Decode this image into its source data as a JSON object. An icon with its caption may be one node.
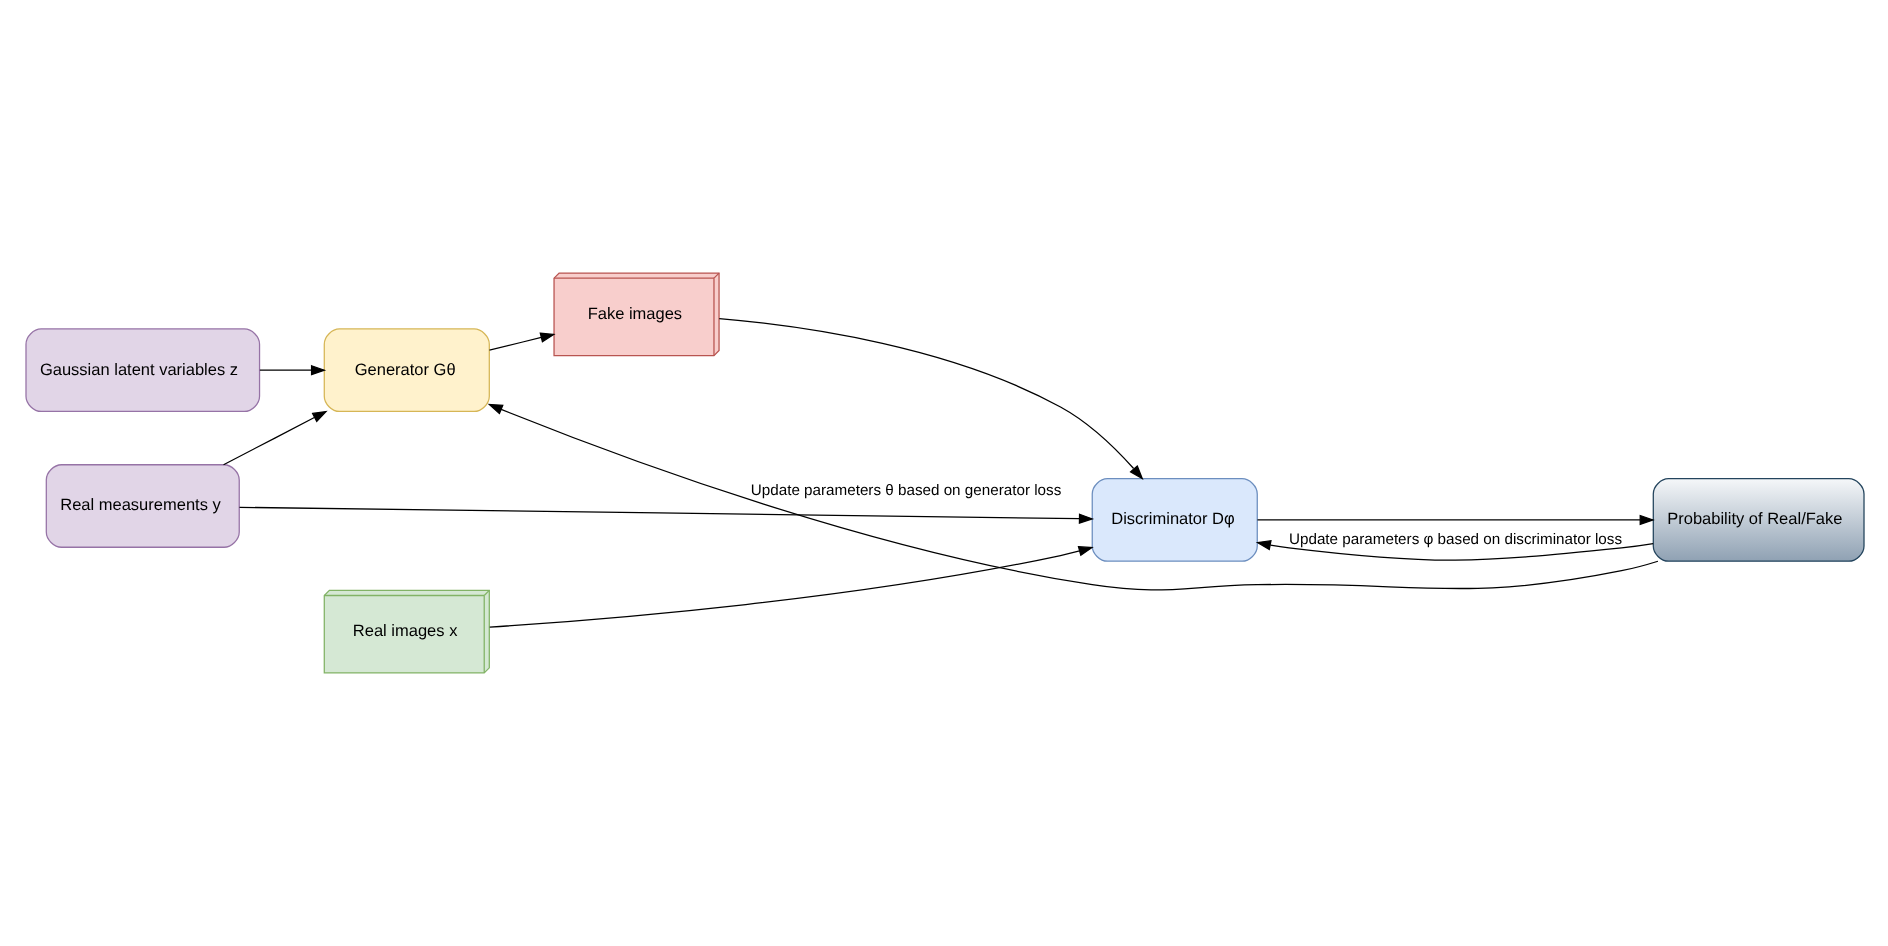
{
  "diagram": {
    "nodes": [
      {
        "text": [
          "Gaussian latent variables z"
        ]
      },
      {
        "text": [
          "Real measurements y"
        ]
      },
      {
        "text": [
          "Generator Gθ"
        ]
      },
      {
        "text": [
          "Fake images"
        ]
      },
      {
        "text": [
          "Real images x"
        ]
      },
      {
        "text": [
          "Discriminator Dφ"
        ]
      },
      {
        "text": [
          "Probability of Real/Fake"
        ]
      }
    ],
    "edges": [
      {
        "from": 0,
        "to": 2,
        "arrow": "to"
      },
      {
        "from": 1,
        "to": 2,
        "arrow": "to"
      },
      {
        "from": 2,
        "to": 3,
        "arrow": "to"
      },
      {
        "from": 3,
        "to": 5,
        "arrow": "to"
      },
      {
        "from": 4,
        "to": 5,
        "arrow": "to"
      },
      {
        "from": 1,
        "to": 5,
        "arrow": "to"
      },
      {
        "from": 5,
        "to": 6,
        "arrow": "to"
      },
      {
        "from": 6,
        "to": 2,
        "arrow": "to",
        "label": "Update parameters θ based on generator loss"
      },
      {
        "from": 6,
        "to": 5,
        "arrow": "to",
        "label": "Update parameters φ based on discriminator loss"
      }
    ]
  }
}
